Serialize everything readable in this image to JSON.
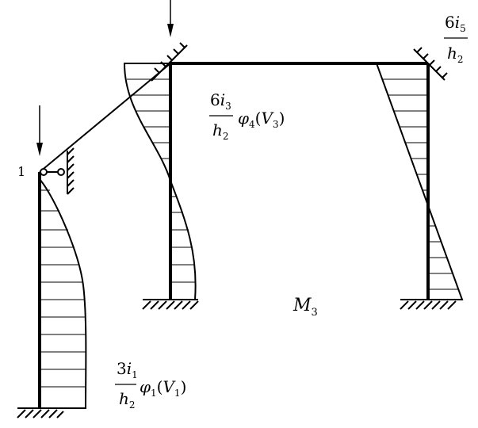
{
  "title": "",
  "labels": {
    "node": "1",
    "m3": {
      "base": "M",
      "sub": "3"
    },
    "left": {
      "num": {
        "coef": "3",
        "var": "i",
        "sub": "1"
      },
      "den": {
        "var": "h",
        "sub": "2"
      },
      "phi": {
        "sym": "φ",
        "sub": "1"
      },
      "v": {
        "open": "(",
        "var": "V",
        "sub": "1",
        "close": ")"
      }
    },
    "middle": {
      "num": {
        "coef": "6",
        "var": "i",
        "sub": "3"
      },
      "den": {
        "var": "h",
        "sub": "2"
      },
      "phi": {
        "sym": "φ",
        "sub": "4"
      },
      "v": {
        "open": "(",
        "var": "V",
        "sub": "3",
        "close": ")"
      }
    },
    "right": {
      "num": {
        "coef": "6",
        "var": "i",
        "sub": "5"
      },
      "den": {
        "var": "h",
        "sub": "2"
      }
    }
  },
  "colors": {
    "stroke": "#000000",
    "background": "#ffffff"
  }
}
